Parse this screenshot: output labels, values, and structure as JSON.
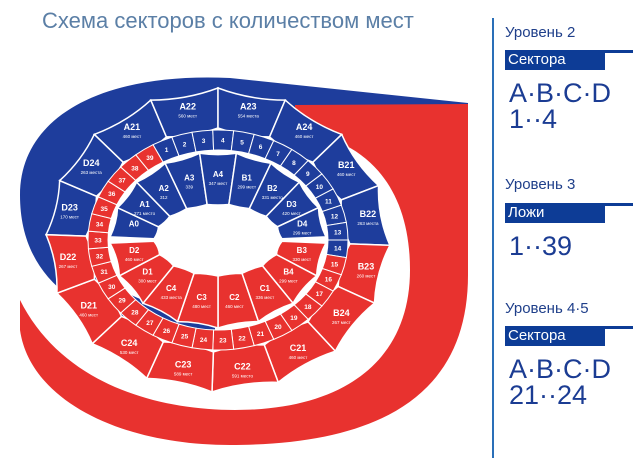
{
  "title": "Схема секторов с количеством мест",
  "legend": [
    {
      "level": "Уровень 2",
      "band": "Сектора",
      "lines": [
        "A·B·C·D",
        "1··4"
      ]
    },
    {
      "level": "Уровень 3",
      "band": "Ложи",
      "lines": [
        "1··39"
      ]
    },
    {
      "level": "Уровень 4·5",
      "band": "Сектора",
      "lines": [
        "A·B·C·D",
        "21··24"
      ]
    }
  ],
  "colors": {
    "blue": "#1e3d9c",
    "red": "#e8322f",
    "white": "#ffffff",
    "accent": "#0d3c96"
  },
  "sectors": {
    "outer_blue": [
      {
        "id": "A21",
        "cap": "460 мест"
      },
      {
        "id": "A22",
        "cap": "560 мест"
      },
      {
        "id": "A23",
        "cap": "554 места"
      },
      {
        "id": "A24",
        "cap": "460 мест"
      },
      {
        "id": "B21",
        "cap": "460 мест"
      },
      {
        "id": "B22",
        "cap": "263 места"
      },
      {
        "id": "D23",
        "cap": "170 мест"
      },
      {
        "id": "D24",
        "cap": "263 места"
      }
    ],
    "outer_red": [
      {
        "id": "B23",
        "cap": "260 мест"
      },
      {
        "id": "B24",
        "cap": "267 мест"
      },
      {
        "id": "C21",
        "cap": "460 мест"
      },
      {
        "id": "C22",
        "cap": "591 место"
      },
      {
        "id": "C23",
        "cap": "589 мест"
      },
      {
        "id": "C24",
        "cap": "530 мест"
      },
      {
        "id": "D21",
        "cap": "460 мест"
      },
      {
        "id": "D22",
        "cap": "267 мест"
      }
    ],
    "inner_blue": [
      {
        "id": "A0",
        "cap": ""
      },
      {
        "id": "A1",
        "cap": "271 место"
      },
      {
        "id": "A2",
        "cap": "312"
      },
      {
        "id": "A3",
        "cap": "339"
      },
      {
        "id": "A4",
        "cap": "347 мест"
      },
      {
        "id": "B1",
        "cap": "299 мест"
      },
      {
        "id": "B2",
        "cap": "331 место"
      },
      {
        "id": "D3",
        "cap": "420 мест"
      },
      {
        "id": "D4",
        "cap": "299 мест"
      }
    ],
    "inner_red": [
      {
        "id": "B3",
        "cap": "330 мест"
      },
      {
        "id": "B4",
        "cap": "299 мест"
      },
      {
        "id": "C1",
        "cap": "336 мест"
      },
      {
        "id": "C2",
        "cap": "460 мест"
      },
      {
        "id": "C3",
        "cap": "480 мест"
      },
      {
        "id": "C4",
        "cap": "433 места"
      },
      {
        "id": "D1",
        "cap": "300 мест"
      },
      {
        "id": "D2",
        "cap": "460 мест"
      }
    ],
    "boxes": [
      "1",
      "2",
      "3",
      "4",
      "5",
      "6",
      "7",
      "8",
      "9",
      "10",
      "11",
      "12",
      "13",
      "14",
      "15",
      "16",
      "17",
      "18",
      "19",
      "20",
      "21",
      "22",
      "23",
      "24",
      "25",
      "26",
      "27",
      "28",
      "29",
      "30",
      "31",
      "32",
      "33",
      "34",
      "35",
      "36",
      "37",
      "38",
      "39"
    ]
  }
}
